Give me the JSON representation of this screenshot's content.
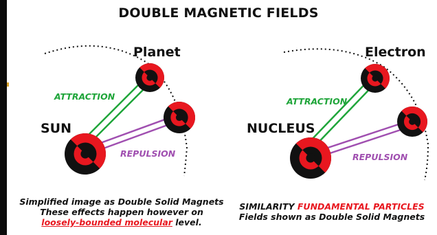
{
  "title": "DOUBLE MAGNETIC FIELDS",
  "colors": {
    "black": "#111111",
    "red": "#e8171f",
    "attraction_green": "#1fa53a",
    "repulsion_purple": "#a04fb0"
  },
  "left": {
    "center_label": "SUN",
    "orbiter_label": "Planet",
    "attraction_label": "ATTRACTION",
    "repulsion_label": "REPULSION",
    "caption": {
      "line1": "Simplified image as Double Solid Magnets",
      "line2": "These effects happen however on",
      "line3_red": "loosely-bounded molecular",
      "line3_rest": " level."
    }
  },
  "right": {
    "center_label": "NUCLEUS",
    "orbiter_label": "Electron",
    "attraction_label": "ATTRACTION",
    "repulsion_label": "REPULSION",
    "caption": {
      "line1_black": "SIMILARITY ",
      "line1_red": "FUNDAMENTAL PARTICLES",
      "line2": "Fields shown as Double Solid Magnets"
    }
  }
}
